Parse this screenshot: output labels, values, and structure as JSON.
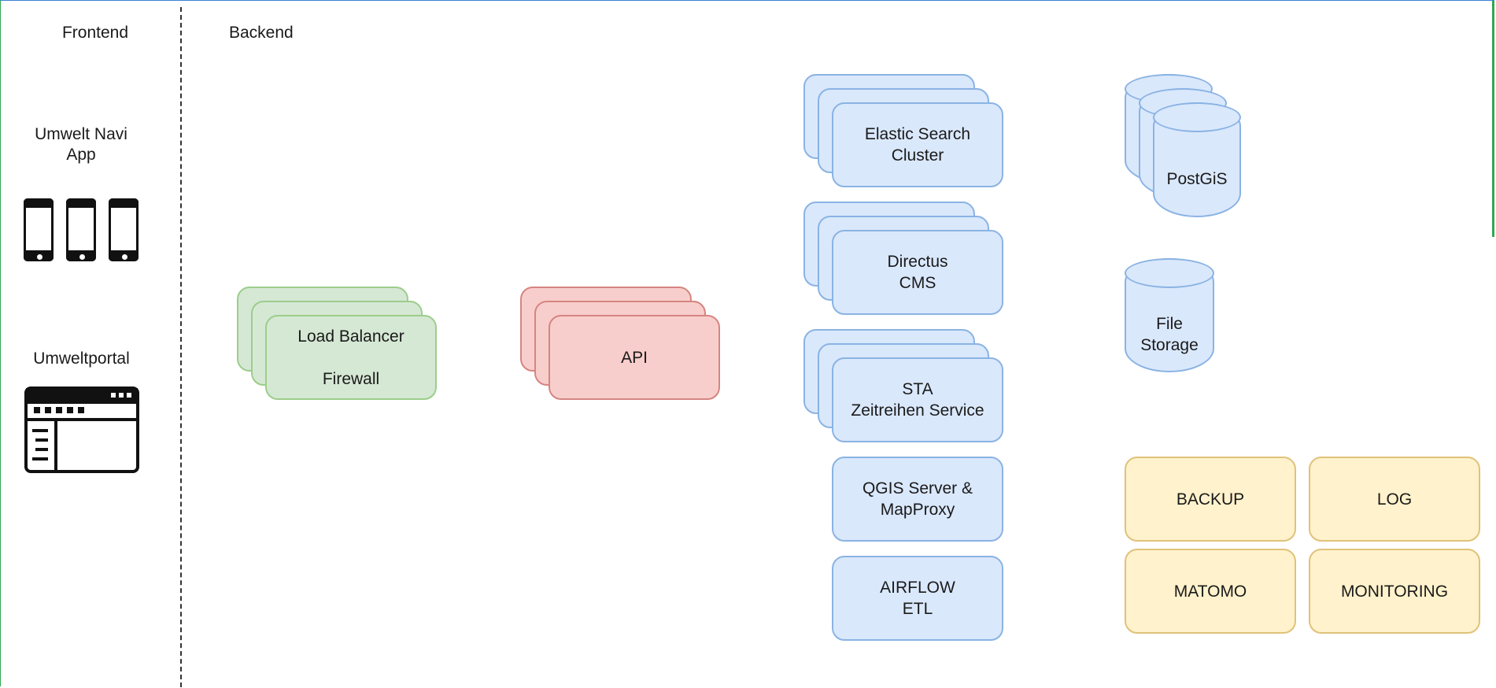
{
  "frontend": {
    "heading": "Frontend",
    "app_label": "Umwelt Navi\nApp",
    "portal_label": "Umweltportal",
    "devices": [
      "phone-icon",
      "phone-icon",
      "phone-icon"
    ],
    "portal_icon": "browser-window-icon"
  },
  "backend": {
    "heading": "Backend",
    "load_balancer": "Load Balancer\n\nFirewall",
    "api": "API",
    "elastic": "Elastic Search\nCluster",
    "directus": "Directus\nCMS",
    "sta": "STA\nZeitreihen Service",
    "qgis": "QGIS Server &\nMapProxy",
    "airflow": "AIRFLOW\nETL",
    "postgis": "PostGiS",
    "file_storage": "File\nStorage",
    "backup": "BACKUP",
    "log": "LOG",
    "matomo": "MATOMO",
    "monitoring": "MONITORING"
  },
  "colors": {
    "blue_fill": "#dae8fc",
    "blue_stroke": "#8ab3e3",
    "green_fill": "#d5e8d4",
    "green_stroke": "#9dcd8b",
    "red_fill": "#f8cecc",
    "red_stroke": "#d58581",
    "yellow_fill": "#fff2cc",
    "yellow_stroke": "#e0c27a"
  }
}
